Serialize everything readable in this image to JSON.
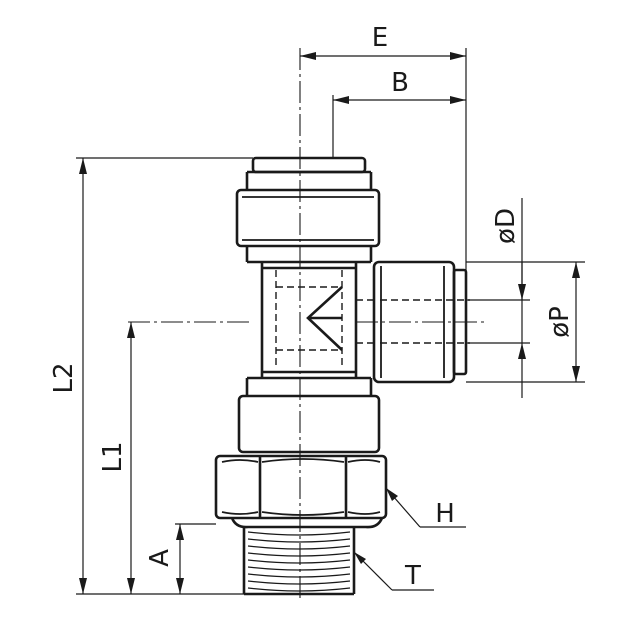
{
  "drawing": {
    "labels": {
      "E": "E",
      "B": "B",
      "D": "øD",
      "P": "øP",
      "L2": "L2",
      "L1": "L1",
      "A": "A",
      "H": "H",
      "T": "T"
    }
  }
}
